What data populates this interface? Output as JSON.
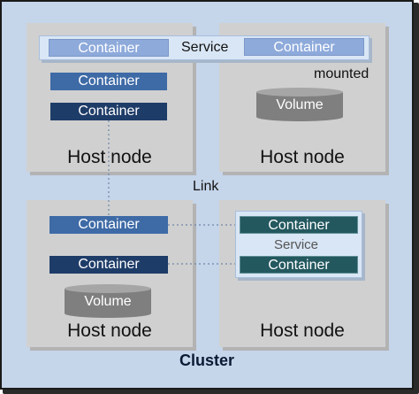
{
  "diagram": {
    "cluster_label": "Cluster",
    "link_label": "Link",
    "mounted_label": "mounted",
    "service_label": "Service",
    "container_label": "Container",
    "volume_label": "Volume",
    "host_label": "Host node",
    "colors": {
      "cluster_bg": "#c5d5ea",
      "host_bg": "#d0d0d0",
      "container_light": "#8eaadb",
      "container_mid": "#3e6aa6",
      "container_dark": "#1e3c68",
      "container_teal": "#23585f",
      "volume": "#7f7f7f"
    }
  }
}
